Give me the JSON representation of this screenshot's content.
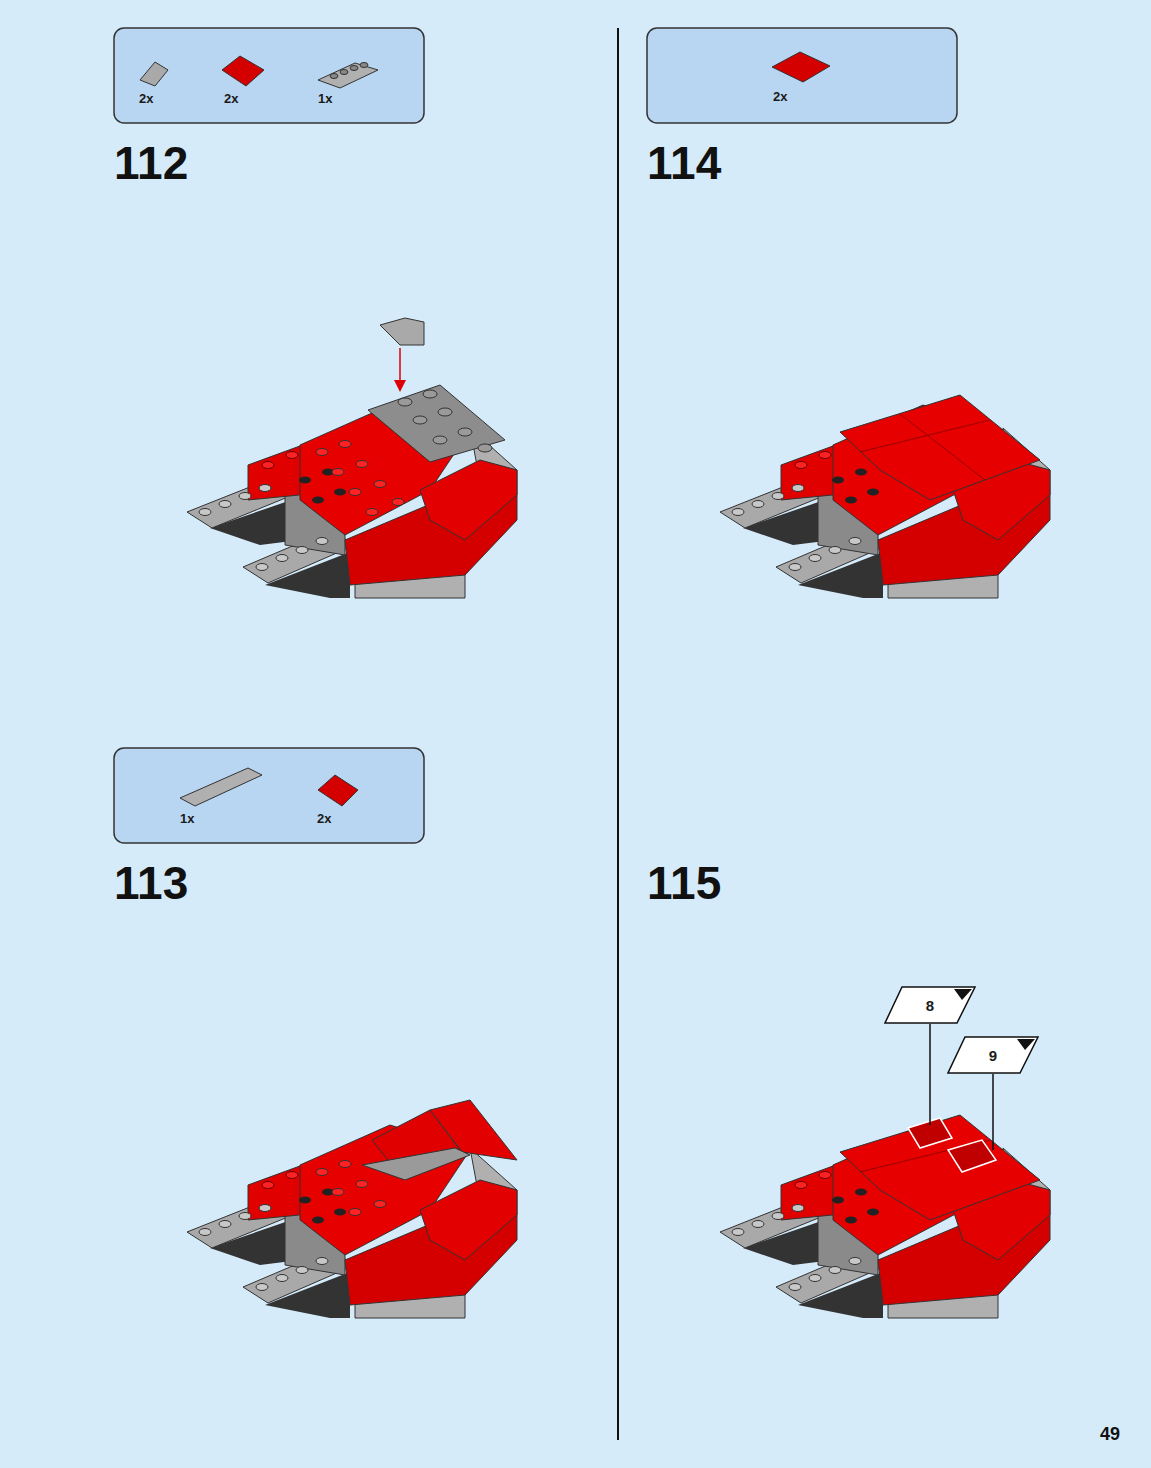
{
  "diagram": {
    "nodes": [
      {
        "text": [
          "2x",
          "2x",
          "1x"
        ]
      },
      {
        "text": [
          "2x"
        ]
      },
      {
        "text": [
          "1x",
          "2x"
        ]
      },
      {
        "text": [
          "8"
        ]
      },
      {
        "text": [
          "9"
        ]
      }
    ],
    "labels": [
      "112",
      "114",
      "113",
      "115",
      "49"
    ]
  }
}
